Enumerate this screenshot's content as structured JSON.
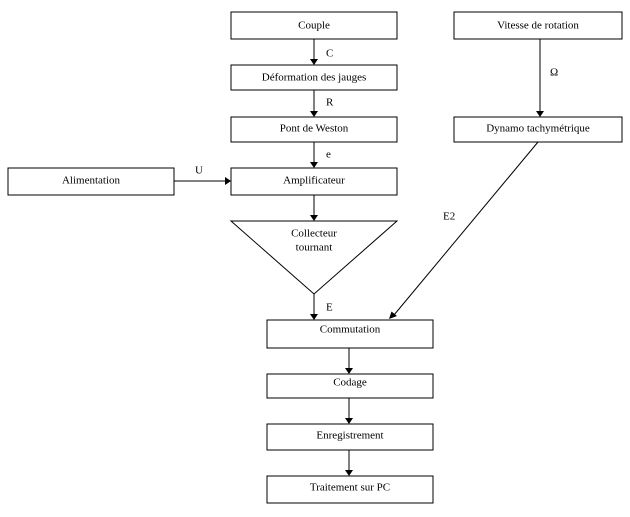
{
  "nodes": {
    "couple": "Couple",
    "vitesse": "Vitesse de rotation",
    "deformation": "Déformation des jauges",
    "pont": "Pont de Weston",
    "dynamo": "Dynamo tachymétrique",
    "alimentation": "Alimentation",
    "amplificateur": "Amplificateur",
    "collecteur_1": "Collecteur",
    "collecteur_2": "tournant",
    "commutation": "Commutation",
    "codage": "Codage",
    "enregistrement": "Enregistrement",
    "traitement": "Traitement sur PC"
  },
  "edges": {
    "c": "C",
    "r": "R",
    "e_small": "e",
    "u": "U",
    "omega": "Ω",
    "e2": "E2",
    "e_big": "E"
  }
}
